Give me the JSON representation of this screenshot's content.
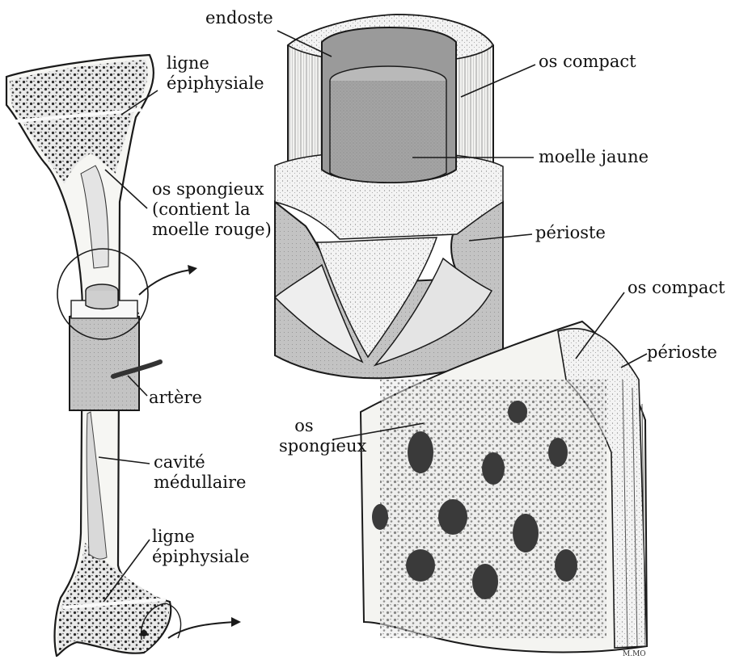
{
  "labels": {
    "ligne_epiphysiale_top": [
      "ligne",
      "épiphysiale"
    ],
    "os_spongieux_bone": [
      "os spongieux",
      "(contient la",
      "moelle rouge)"
    ],
    "artere": "artère",
    "cavite_medullaire": [
      "cavité",
      "médullaire"
    ],
    "ligne_epiphysiale_bottom": [
      "ligne",
      "épiphysiale"
    ],
    "endoste": "endoste",
    "os_compact_top": "os compact",
    "moelle_jaune": "moelle jaune",
    "perioste_top": "périoste",
    "os_compact_bottom": "os compact",
    "perioste_bottom": "périoste",
    "os_spongieux_block": [
      "os",
      "spongieux"
    ]
  },
  "signature": "M.MO",
  "colors": {
    "ink": "#1a1a1a",
    "bone_fill": "#f4f4f1",
    "periosteum": "#bdbdbd",
    "marrow": "#9a9a9a",
    "cylinder_top": "#b9b9b9"
  }
}
